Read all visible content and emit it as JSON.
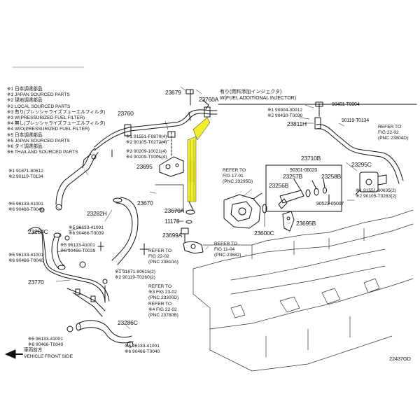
{
  "diagram": {
    "code": "22437GD",
    "header_right_jp": "有り(燃料添加インジェクタ)",
    "header_right_en": "W(FUEL ADDITIONAL INJECTOR)",
    "front_arrow_jp": "車両前方",
    "front_arrow_en": "VEHICLE FRONT SIDE",
    "highlight_color": "#f2ef2a"
  },
  "legend": [
    "※1 日本調達部品",
    "※1 JAPAN SOURCED PARTS",
    "※2 現地調達部品",
    "※2 LOCAL SOURCED PARTS",
    "※3 有り(プレッシャライズフューエルフィルタ)",
    "※3 W(PRESSURIZED FUEL FILTER)",
    "※4 無し(プレッシャライズフューエルフィルタ)",
    "※4 W/O(PRESSURIZED FUEL FILTER)",
    "※5 日本調達部品",
    "※5 JAPAN SOURCED PARTS",
    "※6 タイ調達部品",
    "※6 THAILAND SOURCED PARTS"
  ],
  "parts": {
    "p23679": "23679",
    "p23760A": "23760A",
    "p23760": "23760",
    "p23695": "23695",
    "p23670": "23670",
    "p23670A": "23670A",
    "p11176": "11176",
    "p23699A": "23699A",
    "p23282H": "23282H",
    "p23284C": "23284C",
    "p23770": "23770",
    "p23286C": "23286C",
    "p23811H": "23811H",
    "p23710B": "23710B",
    "p23257B": "23257B",
    "p23258B": "23258B",
    "p23256B": "23256B",
    "p23295C": "23295C",
    "p23600C": "23600C",
    "p23695B": "23695B",
    "p90401": "90401-T0004",
    "p90119_134": "90119-T0134",
    "p90301": "90301-06020",
    "p90523": "90523-05007"
  },
  "callouts": {
    "c_9155": "※1 91551-F0870(4)",
    "c_9010": "※2 90105-T0272(4)",
    "c_9020a": "※3 90209-10021(4)",
    "c_9020b": "※4 90209-T0001(4)",
    "c_9167l": "※1 91671-80612",
    "c_9011l": "※2 90119-T0134",
    "c_9613a": "※5 96133-41001",
    "c_9046a": "※6 90466-T0040",
    "c_9613b": "※5 96133-41001",
    "c_9046b": "※6 90466-T0039",
    "c_9613c": "※5 96133-41001",
    "c_9046c": "※6 90466-T0039",
    "c_9613d": "※5 96133-41001",
    "c_9046d": "※6 90466-T0040",
    "c_9167m": "※1 91671-80616(2)",
    "c_9011m": "※2 90119-T0260(2)",
    "c_9613e": "※5 96133-41001",
    "c_9046e": "※6 90466-T0040",
    "c_9613f": "※5 96133-41001",
    "c_9046f": "※6 90466-T0040",
    "c_9090a": "※1 90904-30012",
    "c_9043a": "※2 90430-T0030",
    "c_9155r": "※1 91551-80635(2)",
    "c_9010r": "※2 90105-T0283(2)"
  },
  "refs": {
    "r1_a": "REFER TO",
    "r1_b": "FIG 17-01",
    "r1_c": "(PNC 23295D)",
    "r2_a": "REFER TO",
    "r2_b": "FIG 11-04",
    "r2_c": "(PNC 23682)",
    "r3_a": "REFER TO",
    "r3_b": "FIG 22-02",
    "r3_c": "(PNC 23810A)",
    "r4_a": "REFER TO",
    "r4_b": "※3 FIG 23-02",
    "r4_c": "(PNC 23300D)",
    "r4_d": "REFER TO",
    "r4_e": "※4 FIG 22-02",
    "r4_f": "(PNC 23780B)",
    "r5_a": "REFER TO",
    "r5_b": "FIG 22-02",
    "r5_c": "(PNC 23804D)"
  }
}
